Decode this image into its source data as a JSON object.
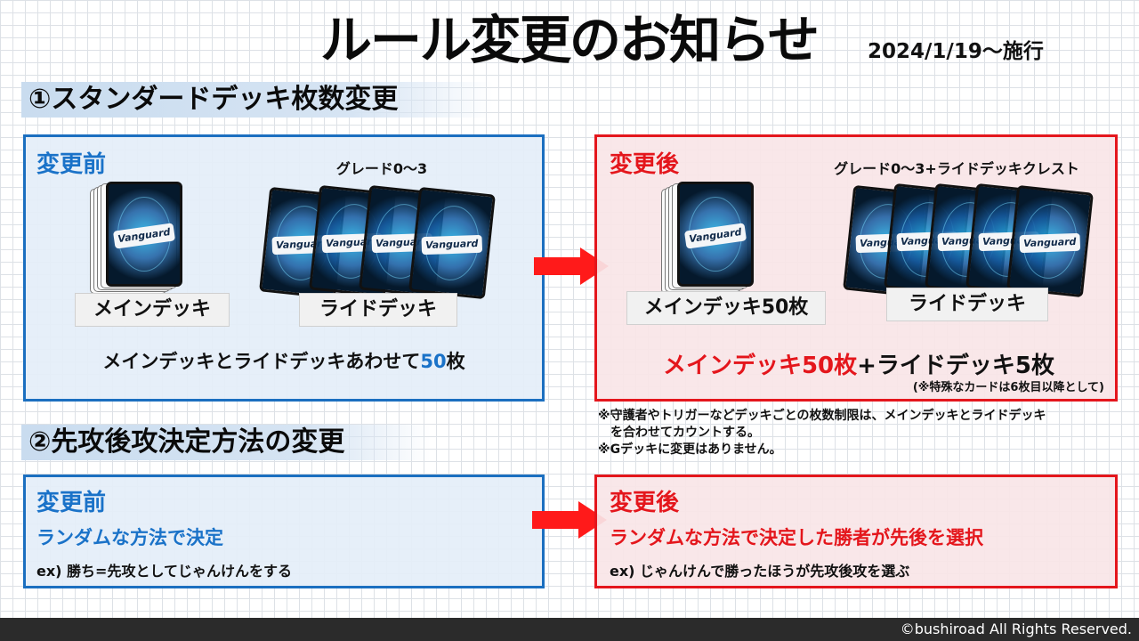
{
  "header": {
    "title": "ルール変更のお知らせ",
    "effective_date": "2024/1/19〜施行"
  },
  "section1": {
    "heading": "①スタンダードデッキ枚数変更",
    "before": {
      "label": "変更前",
      "grade_caption": "グレード0〜3",
      "main_deck_label": "メインデッキ",
      "ride_deck_label": "ライドデッキ",
      "statement_prefix": "メインデッキとライドデッキあわせて",
      "statement_number": "50",
      "statement_suffix": "枚"
    },
    "after": {
      "label": "変更後",
      "grade_caption": "グレード0〜3+ライドデッキクレスト",
      "main_deck_label": "メインデッキ50枚",
      "ride_deck_label": "ライドデッキ",
      "statement_red": "メインデッキ50枚",
      "statement_black": "+ライドデッキ5枚",
      "statement_note": "(※特殊なカードは6枚目以降として)"
    },
    "notes": [
      "※守護者やトリガーなどデッキごとの枚数制限は、メインデッキとライドデッキ",
      "を合わせてカウントする。",
      "※Gデッキに変更はありません。"
    ]
  },
  "section2": {
    "heading": "②先攻後攻決定方法の変更",
    "before": {
      "label": "変更前",
      "method": "ランダムな方法で決定",
      "example": "ex) 勝ち=先攻としてじゃんけんをする"
    },
    "after": {
      "label": "変更後",
      "method": "ランダムな方法で決定した勝者が先後を選択",
      "example": "ex) じゃんけんで勝ったほうが先攻後攻を選ぶ"
    }
  },
  "card_logo": "Vanguard",
  "colors": {
    "blue": "#1a72c8",
    "red": "#e4161c",
    "arrow": "#ff1a1a"
  },
  "footer": {
    "copyright": "©bushiroad All Rights Reserved."
  }
}
